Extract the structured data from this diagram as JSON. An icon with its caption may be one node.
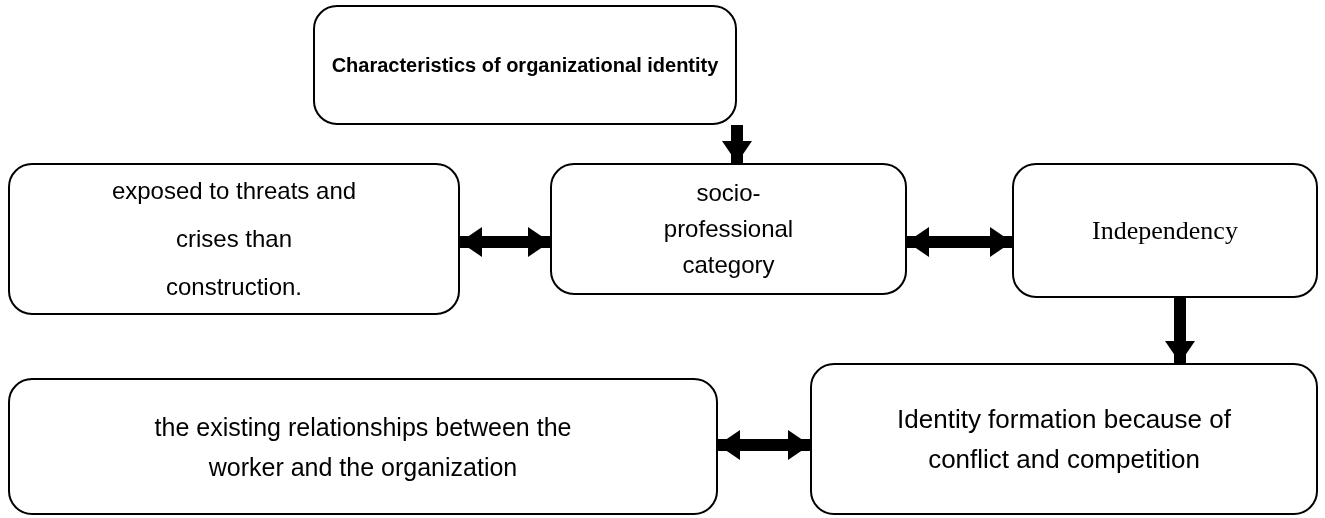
{
  "diagram": {
    "nodes": [
      {
        "text": [
          "Characteristics of organizational identity"
        ]
      },
      {
        "text": [
          "exposed to threats and crises than construction."
        ]
      },
      {
        "text": [
          "socio-professional category"
        ]
      },
      {
        "text": [
          "Independency"
        ]
      },
      {
        "text": [
          "Identity formation because of conflict and competition"
        ]
      },
      {
        "text": [
          "the existing relationships between the worker and the organization"
        ]
      }
    ],
    "edges": [
      {
        "from": 0,
        "to": 2,
        "arrow": "to"
      },
      {
        "from": 1,
        "to": 2,
        "arrow": "both"
      },
      {
        "from": 2,
        "to": 3,
        "arrow": "both"
      },
      {
        "from": 3,
        "to": 4,
        "arrow": "to"
      },
      {
        "from": 5,
        "to": 4,
        "arrow": "both"
      }
    ]
  }
}
